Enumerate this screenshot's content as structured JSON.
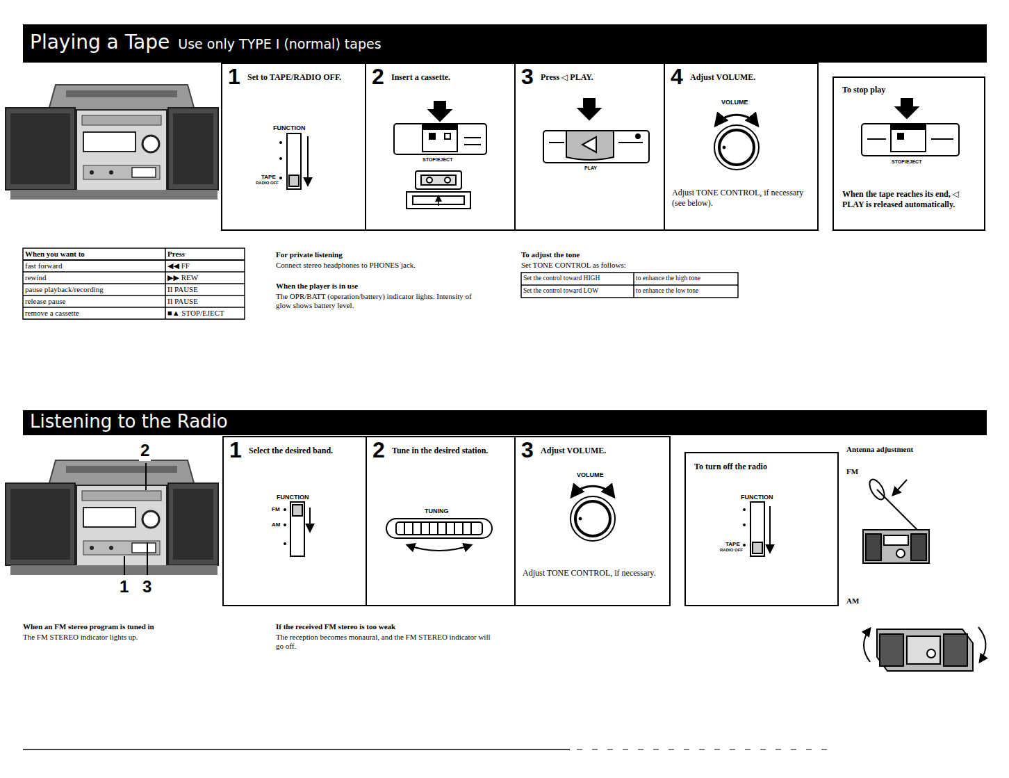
{
  "diagram": {
    "nodes": [
      {
        "text": [
          "Playing a Tape",
          "Use only TYPE I (normal) tapes"
        ]
      },
      {
        "text": [
          "1",
          "Set to TAPE/RADIO OFF."
        ]
      },
      {
        "text": [
          "2",
          "Insert a cassette."
        ]
      },
      {
        "text": [
          "3",
          "Press ◁ PLAY."
        ]
      },
      {
        "text": [
          "4",
          "Adjust VOLUME.",
          "Adjust TONE CONTROL, if necessary (see below)."
        ]
      },
      {
        "text": [
          "To stop play",
          "When the tape reaches its end, ◁ PLAY is released automatically."
        ]
      },
      {
        "text": [
          "Listening to the Radio"
        ]
      },
      {
        "text": [
          "1",
          "Select the desired band."
        ]
      },
      {
        "text": [
          "2",
          "Tune in the desired station."
        ]
      },
      {
        "text": [
          "3",
          "Adjust VOLUME.",
          "Adjust TONE CONTROL, if necessary."
        ]
      },
      {
        "text": [
          "To turn off the radio"
        ]
      }
    ],
    "labels": [
      "FUNCTION",
      "TAPE",
      "RADIO OFF",
      "STOP/EJECT",
      "PLAY",
      "VOLUME",
      "STOP/EJECT",
      "When you want to",
      "Press",
      "fast forward",
      "◀◀ FF",
      "rewind",
      "▶▶ REW",
      "pause playback/recording",
      "II PAUSE",
      "release pause",
      "II PAUSE",
      "remove a cassette",
      "■▲ STOP/EJECT",
      "For private listening",
      "Connect stereo headphones to PHONES jack.",
      "When the player is in use",
      "The OPR/BATT (operation/battery) indicator lights. Intensity of glow shows battery level.",
      "To adjust the tone",
      "Set TONE CONTROL as follows:",
      "Set the control toward HIGH",
      "to enhance the high tone",
      "Set the control toward LOW",
      "to enhance the low tone",
      "2",
      "1",
      "3",
      "FUNCTION",
      "FM",
      "AM",
      "TUNING",
      "VOLUME",
      "FUNCTION",
      "TAPE",
      "RADIO OFF",
      "Antenna adjustment",
      "FM",
      "AM",
      "When an FM stereo program is tuned in",
      "The FM STEREO indicator lights up.",
      "If the received FM stereo is too weak",
      "The reception becomes monaural, and the FM STEREO indicator will go off."
    ]
  }
}
